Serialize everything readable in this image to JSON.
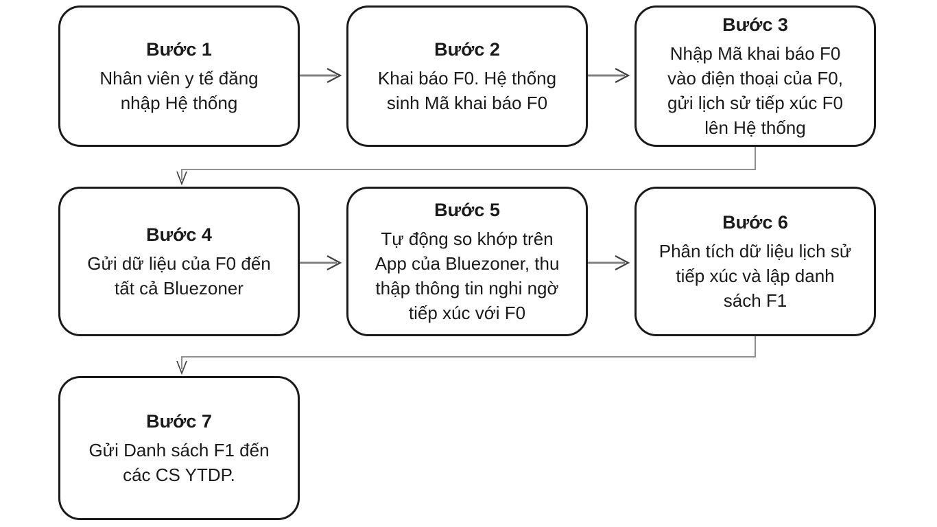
{
  "diagram": {
    "background_color": "#ffffff",
    "box_fill_color": "#ffffff",
    "box_border_color": "#1a1a1a",
    "text_color": "#1a1a1a",
    "connector_color": "#808080",
    "arrowhead_color": "#3f3f3f",
    "boxes": [
      {
        "id": "step-1",
        "title": "Bước 1",
        "body": "Nhân viên y tế đăng\nnhập Hệ thống"
      },
      {
        "id": "step-2",
        "title": "Bước 2",
        "body": "Khai báo F0. Hệ thống\nsinh Mã khai báo F0"
      },
      {
        "id": "step-3",
        "title": "Bước 3",
        "body": "Nhập Mã khai báo F0\nvào điện thoại của F0,\ngửi lịch sử tiếp xúc F0\nlên Hệ thống"
      },
      {
        "id": "step-4",
        "title": "Bước 4",
        "body": "Gửi dữ liệu của F0 đến\ntất cả Bluezoner"
      },
      {
        "id": "step-5",
        "title": "Bước 5",
        "body": "Tự động so khớp trên\nApp của Bluezoner, thu\nthập thông tin nghi ngờ\ntiếp xúc với F0"
      },
      {
        "id": "step-6",
        "title": "Bước 6",
        "body": "Phân tích dữ liệu lịch sử\ntiếp xúc và lập danh\nsách F1"
      },
      {
        "id": "step-7",
        "title": "Bước 7",
        "body": "Gửi Danh sách F1 đến\ncác CS YTDP."
      }
    ],
    "edges": [
      {
        "from": "step-1",
        "to": "step-2",
        "style": "straight-right"
      },
      {
        "from": "step-2",
        "to": "step-3",
        "style": "straight-right"
      },
      {
        "from": "step-3",
        "to": "step-4",
        "style": "elbow-down-left-down"
      },
      {
        "from": "step-4",
        "to": "step-5",
        "style": "straight-right"
      },
      {
        "from": "step-5",
        "to": "step-6",
        "style": "straight-right"
      },
      {
        "from": "step-6",
        "to": "step-7",
        "style": "elbow-down-left-down"
      }
    ]
  }
}
